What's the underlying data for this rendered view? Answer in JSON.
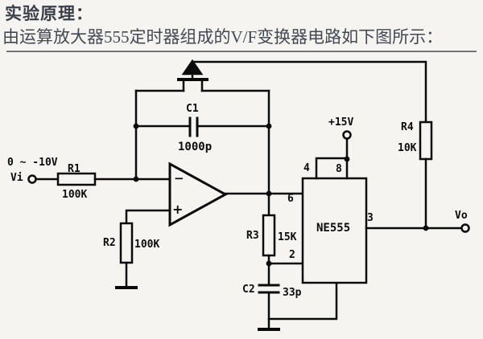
{
  "header": {
    "title": "实验原理：",
    "subtitle": "由运算放大器555定时器组成的V/F变换器电路如下图所示："
  },
  "circuit": {
    "input": {
      "range_label": "0 ~ -10V",
      "terminal_label": "Vi"
    },
    "output": {
      "terminal_label": "Vo"
    },
    "supply": {
      "label": "+15V"
    },
    "opamp": {
      "inverting_label": "−",
      "noninverting_label": "+"
    },
    "ic": {
      "name": "NE555",
      "pins": {
        "p2": "2",
        "p3": "3",
        "p4": "4",
        "p6": "6",
        "p8": "8"
      }
    },
    "resistors": {
      "r1": {
        "label": "R1",
        "value": "100K"
      },
      "r2": {
        "label": "R2",
        "value": "100K"
      },
      "r3": {
        "label": "R3",
        "value": "15K"
      },
      "r4": {
        "label": "R4",
        "value": "10K"
      }
    },
    "capacitors": {
      "c1": {
        "label": "C1",
        "value": "1000p"
      },
      "c2": {
        "label": "C2",
        "value": "33p"
      }
    },
    "colors": {
      "line": "#0b0b0b",
      "title_text": "#3a3f49",
      "body_text": "#434851",
      "separator": "#757575",
      "background": "#f5f4f1"
    }
  }
}
